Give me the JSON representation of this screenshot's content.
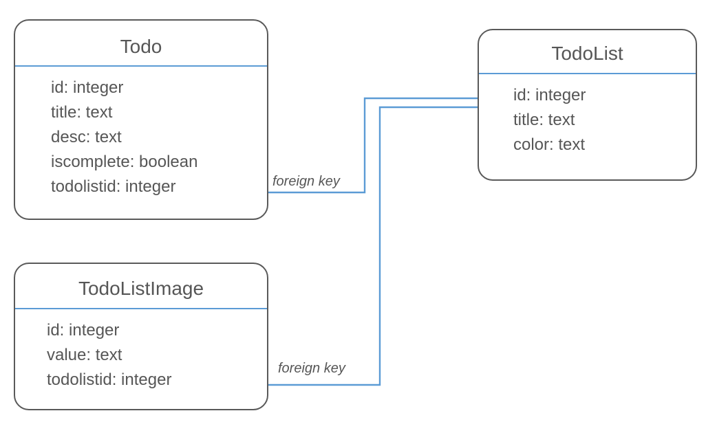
{
  "diagram": {
    "type": "entity-relationship-diagram",
    "colors": {
      "accent": "#5B9BD5",
      "border": "#595959",
      "text": "#565656",
      "background": "#FFFFFF"
    },
    "entities": [
      {
        "id": "todo",
        "name": "Todo",
        "fields": [
          "id: integer",
          "title: text",
          "desc: text",
          "iscomplete: boolean",
          "todolistid: integer"
        ]
      },
      {
        "id": "todolistimage",
        "name": "TodoListImage",
        "fields": [
          "id: integer",
          "value: text",
          "todolistid: integer"
        ]
      },
      {
        "id": "todolist",
        "name": "TodoList",
        "fields": [
          "id: integer",
          "title: text",
          "color: text"
        ]
      }
    ],
    "relationships": [
      {
        "id": "todo-to-todolist",
        "label": "foreign key",
        "from_entity": "Todo",
        "from_field": "todolistid: integer",
        "to_entity": "TodoList",
        "to_field": "id: integer"
      },
      {
        "id": "todolistimage-to-todolist",
        "label": "foreign key",
        "from_entity": "TodoListImage",
        "from_field": "todolistid: integer",
        "to_entity": "TodoList",
        "to_field": "id: integer"
      }
    ]
  }
}
